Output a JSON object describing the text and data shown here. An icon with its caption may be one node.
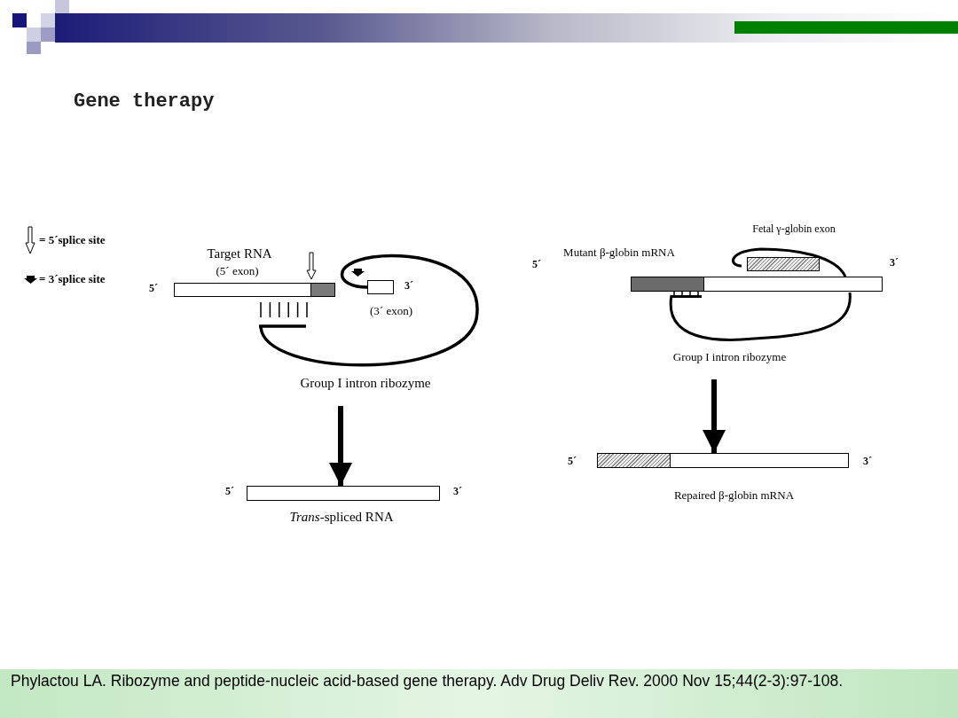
{
  "diagram": {
    "title": "Gene therapy",
    "caption": "Phylactou LA. Ribozyme and peptide-nucleic acid-based gene therapy. Adv Drug Deliv Rev. 2000 Nov 15;44(2-3):97-108.",
    "nodes": [
      {
        "text": [
          "Target RNA",
          "(5´ exon)"
        ],
        "beside": [
          "5´"
        ]
      },
      {
        "text": [
          "(3´ exon)"
        ],
        "beside": [
          "3´"
        ]
      },
      {
        "text": [
          "Group I intron ribozyme"
        ]
      },
      {
        "text": [
          "*Trans*-spliced RNA"
        ],
        "beside": [
          "5´",
          "3´"
        ]
      },
      {
        "text": [
          "Mutant β-globin mRNA"
        ]
      },
      {
        "text": [
          "Fetal γ-globin exon"
        ]
      },
      {
        "text": [
          "Group I intron ribozyme"
        ]
      },
      {
        "text": [
          "Repaired β-globin mRNA"
        ],
        "beside": [
          "5´",
          "3´"
        ]
      }
    ],
    "edges": [
      {
        "from": 2,
        "to": 3,
        "arrow": "to"
      },
      {
        "from": 6,
        "to": 7,
        "arrow": "to"
      },
      {
        "from": 4,
        "to": 5,
        "arrow": "none"
      }
    ],
    "labels": [
      "5´",
      "3´"
    ],
    "legend": [
      {
        "text": "= 5´splice site"
      },
      {
        "text": "= 3´splice site"
      }
    ]
  }
}
